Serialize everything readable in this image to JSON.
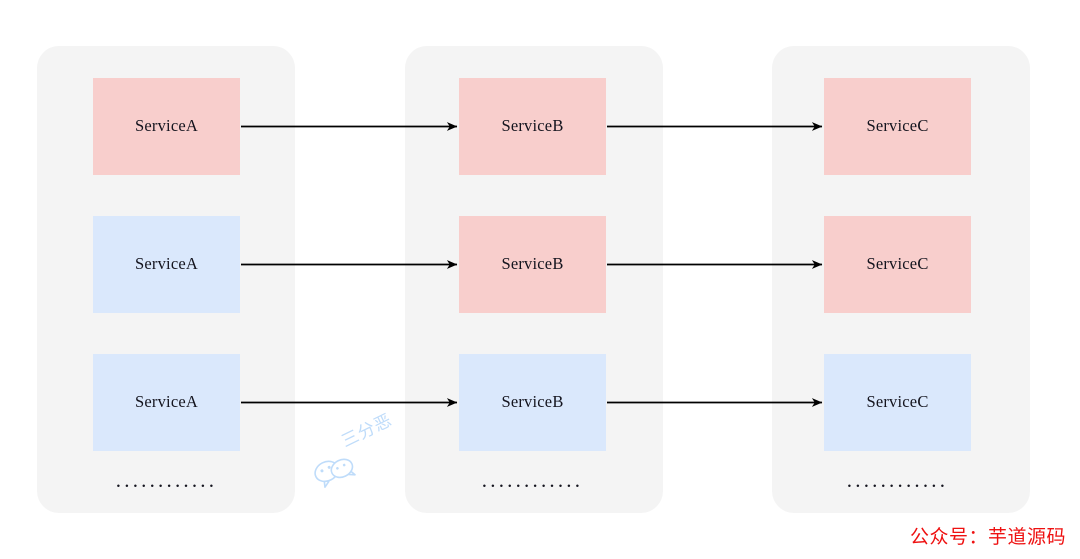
{
  "diagram": {
    "title": "",
    "background_color": "#ffffff",
    "panel_color": "#f4f4f4",
    "colors": {
      "pink": "#f8cecc",
      "blue": "#dae8fc",
      "arrow": "#000000",
      "text": "#14141e",
      "watermark": "#bfdcfa",
      "credit": "#ee1111"
    },
    "groups": [
      {
        "name": "group-service-a",
        "nodes": [
          {
            "label": "ServiceA",
            "color": "pink"
          },
          {
            "label": "ServiceA",
            "color": "blue"
          },
          {
            "label": "ServiceA",
            "color": "blue"
          }
        ],
        "ellipsis": "............"
      },
      {
        "name": "group-service-b",
        "nodes": [
          {
            "label": "ServiceB",
            "color": "pink"
          },
          {
            "label": "ServiceB",
            "color": "pink"
          },
          {
            "label": "ServiceB",
            "color": "blue"
          }
        ],
        "ellipsis": "............"
      },
      {
        "name": "group-service-c",
        "nodes": [
          {
            "label": "ServiceC",
            "color": "pink"
          },
          {
            "label": "ServiceC",
            "color": "pink"
          },
          {
            "label": "ServiceC",
            "color": "blue"
          }
        ],
        "ellipsis": "............"
      }
    ],
    "edges": [
      {
        "from": "ServiceA",
        "to": "ServiceB",
        "row": 0
      },
      {
        "from": "ServiceB",
        "to": "ServiceC",
        "row": 0
      },
      {
        "from": "ServiceA",
        "to": "ServiceB",
        "row": 1
      },
      {
        "from": "ServiceB",
        "to": "ServiceC",
        "row": 1
      },
      {
        "from": "ServiceA",
        "to": "ServiceB",
        "row": 2
      },
      {
        "from": "ServiceB",
        "to": "ServiceC",
        "row": 2
      }
    ]
  },
  "watermark": {
    "text": "三分恶",
    "icon": "wechat-bubbles-icon"
  },
  "credit": {
    "text": "公众号：芋道源码"
  }
}
